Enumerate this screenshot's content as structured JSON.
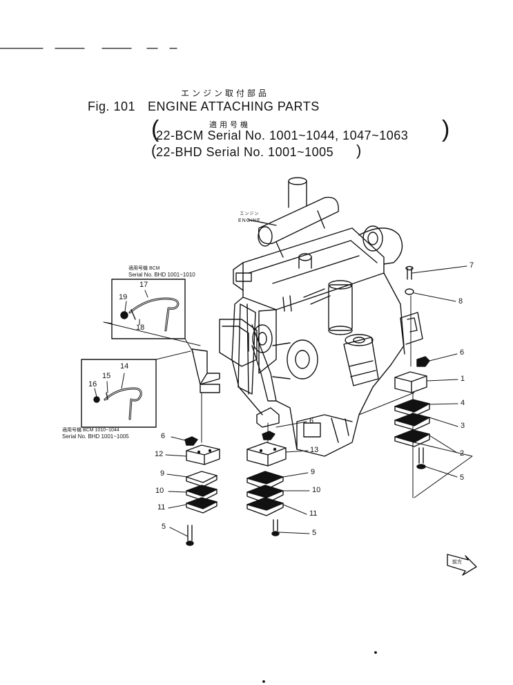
{
  "header": {
    "title_jp": "エンジン取付部品",
    "fig_label": "Fig. 101",
    "title_en": "ENGINE ATTACHING PARTS",
    "applicable_jp": "適用号機",
    "serial_line1": "22-BCM Serial No. 1001~1044, 1047~1063",
    "serial_line2": "22-BHD  Serial No. 1001~1005"
  },
  "engine_label": {
    "jp": "エンジン",
    "en": "ENGINE"
  },
  "inset_upper": {
    "caption_line1": "適用号機 BCM",
    "caption_line2": "Serial No. BHD 1001~1010"
  },
  "inset_lower": {
    "caption_line1": "適用号機 BCM 1010~1044",
    "caption_line2": "Serial No. BHD 1001~1005"
  },
  "callouts": {
    "c7": "7",
    "c8": "8",
    "c6_right": "6",
    "c1": "1",
    "c4": "4",
    "c3": "3",
    "c2": "2",
    "c5_right": "5",
    "c17": "17",
    "c19": "19",
    "c18": "18",
    "c14": "14",
    "c15": "15",
    "c16": "16",
    "c6_left": "6",
    "c12": "12",
    "c9_left": "9",
    "c10_left": "10",
    "c11_left": "11",
    "c5_left": "5",
    "c6_mid": "6",
    "c13": "13",
    "c9_mid": "9",
    "c10_mid": "10",
    "c11_mid": "11",
    "c5_mid": "5"
  },
  "front_arrow": {
    "label": "前方"
  }
}
